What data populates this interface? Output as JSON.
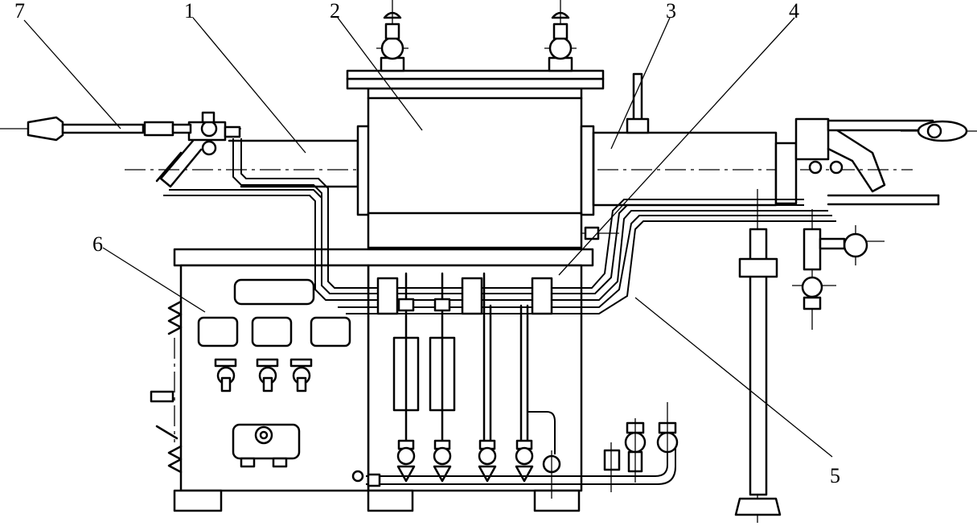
{
  "figure": {
    "labels": [
      {
        "id": "label-1",
        "text": "1"
      },
      {
        "id": "label-2",
        "text": "2"
      },
      {
        "id": "label-3",
        "text": "3"
      },
      {
        "id": "label-4",
        "text": "4"
      },
      {
        "id": "label-5",
        "text": "5"
      },
      {
        "id": "label-6",
        "text": "6"
      },
      {
        "id": "label-7",
        "text": "7"
      }
    ]
  }
}
